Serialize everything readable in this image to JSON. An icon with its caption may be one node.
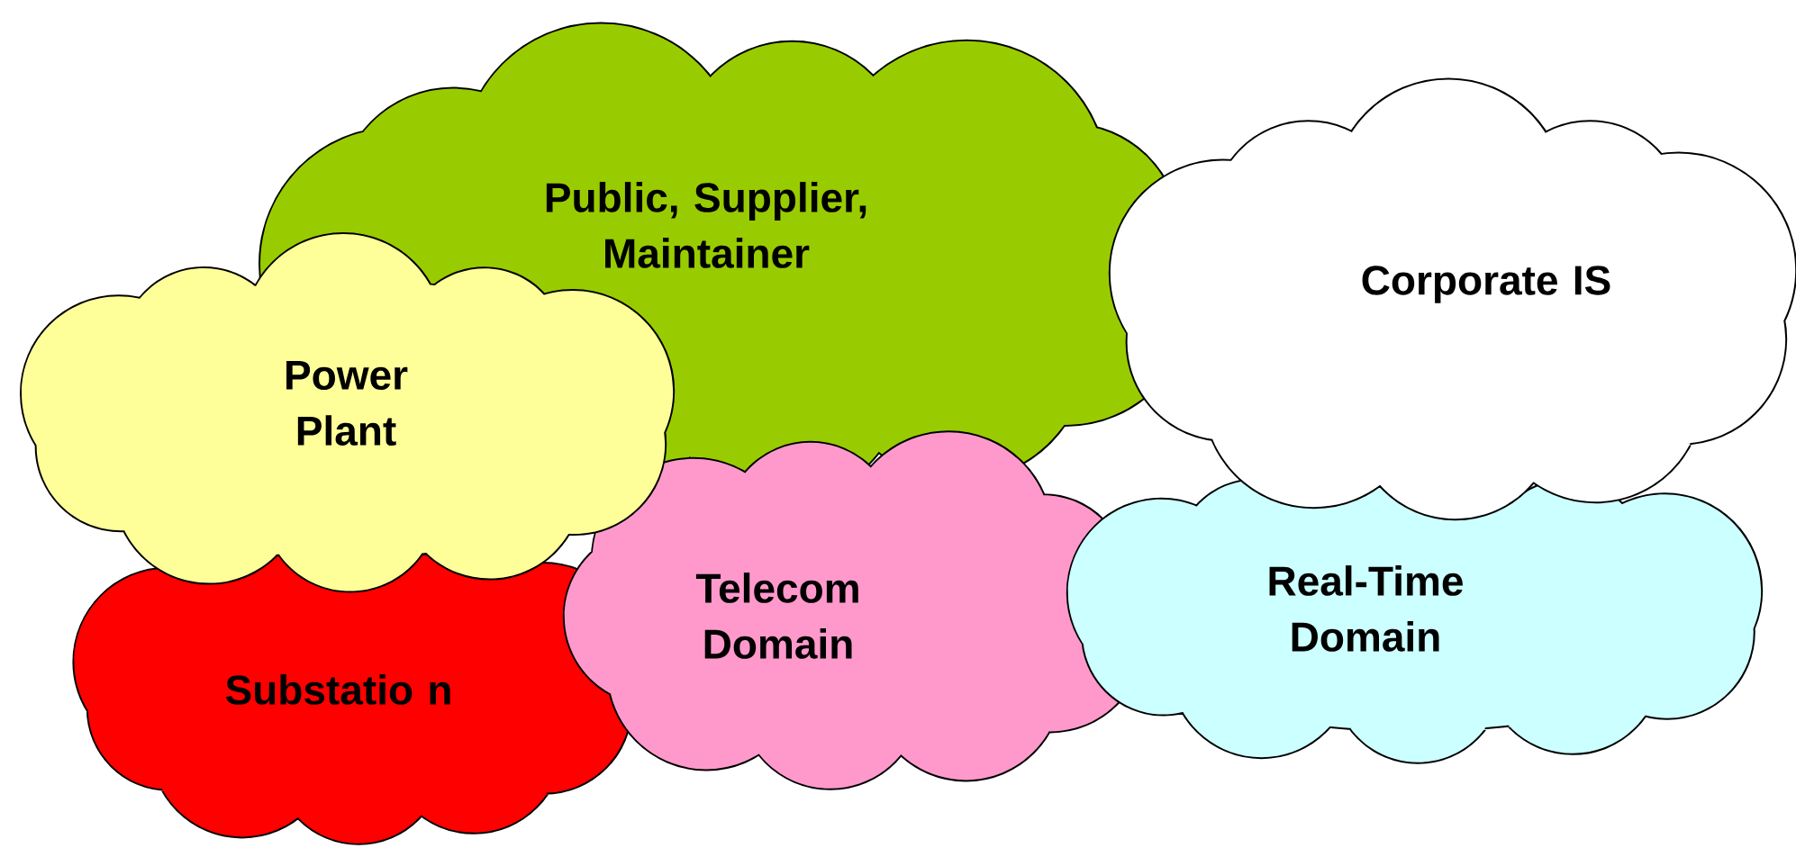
{
  "diagram": {
    "nodes": [
      {
        "text": [
          "Public, Supplier, Maintainer"
        ]
      },
      {
        "text": [
          "Corporate IS"
        ]
      },
      {
        "text": [
          "Power Plant"
        ]
      },
      {
        "text": [
          "Substatio n"
        ]
      },
      {
        "text": [
          "Telecom Domain"
        ]
      },
      {
        "text": [
          "Real-Time Domain"
        ]
      }
    ]
  }
}
